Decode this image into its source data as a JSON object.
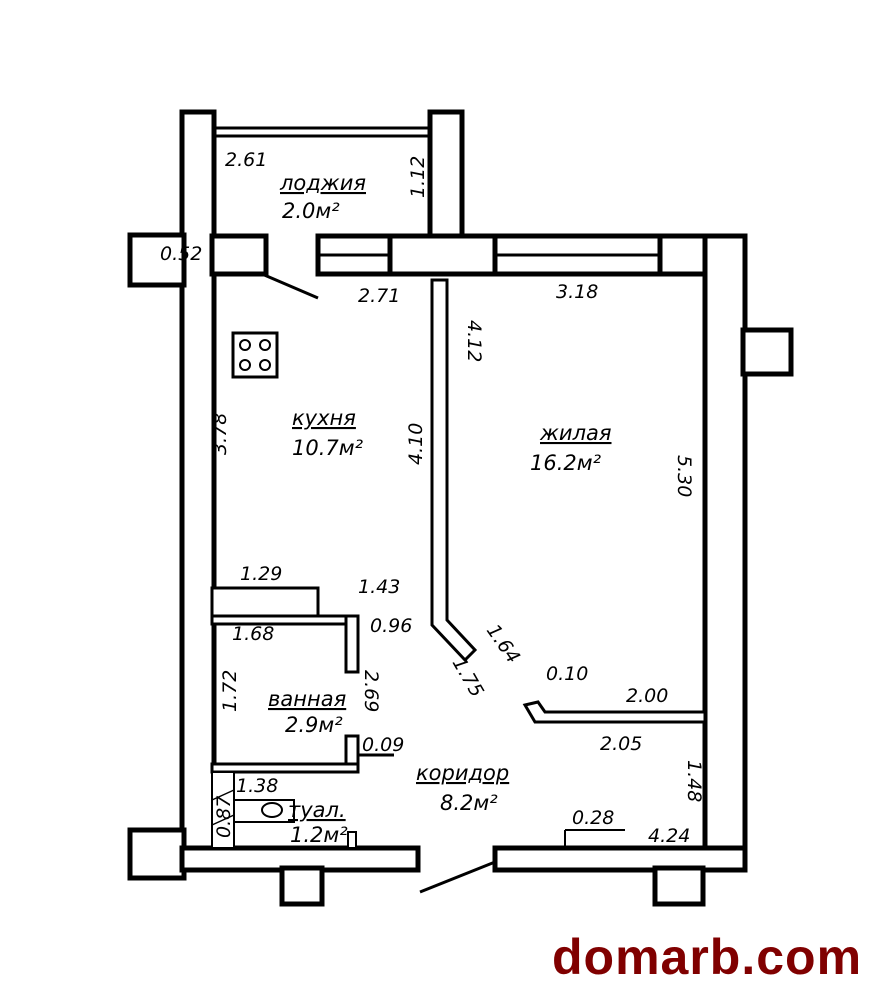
{
  "rooms": {
    "loggia": {
      "name": "лоджия",
      "area": "2.0м²"
    },
    "kitchen": {
      "name": "кухня",
      "area": "10.7м²"
    },
    "living": {
      "name": "жилая",
      "area": "16.2м²"
    },
    "bathroom": {
      "name": "ванная",
      "area": "2.9м²"
    },
    "toilet": {
      "name": "туал.",
      "area": "1.2м²"
    },
    "corridor": {
      "name": "коридор",
      "area": "8.2м²"
    }
  },
  "dimensions": {
    "d261": "2.61",
    "d112": "1.12",
    "d052": "0.52",
    "d271": "2.71",
    "d318": "3.18",
    "d412": "4.12",
    "d410": "4.10",
    "d378": "3.78",
    "d530": "5.30",
    "d129": "1.29",
    "d143": "1.43",
    "d096": "0.96",
    "d168": "1.68",
    "d164": "1.64",
    "d175": "1.75",
    "d172": "1.72",
    "d269": "2.69",
    "d010": "0.10",
    "d200": "2.00",
    "d205": "2.05",
    "d009": "0.09",
    "d138": "1.38",
    "d087": "0.87",
    "d148": "1.48",
    "d028": "0.28",
    "d424": "4.24"
  },
  "watermark": {
    "text": "domarb.com",
    "color": "#800000"
  }
}
